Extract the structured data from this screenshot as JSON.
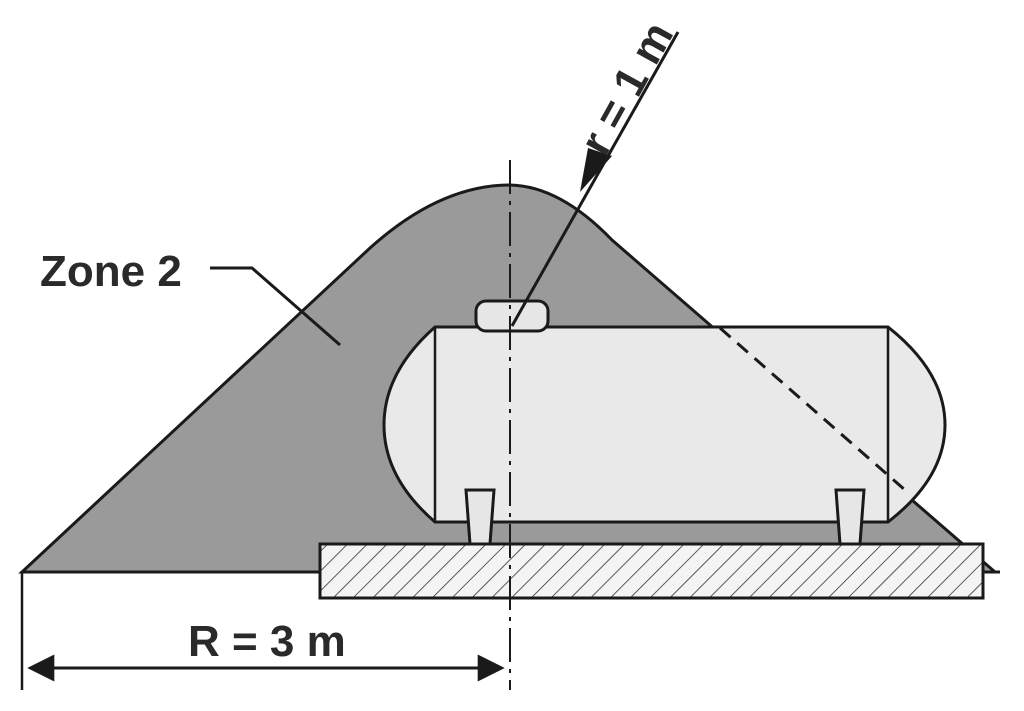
{
  "labels": {
    "zone": "Zone 2",
    "small_radius": "r = 1 m",
    "large_radius": "R = 3 m"
  },
  "colors": {
    "zone_fill": "#9a9a9a",
    "tank_fill": "#e9e9e9",
    "line": "#1a1a1a",
    "base_fill": "#f0f0f0"
  }
}
